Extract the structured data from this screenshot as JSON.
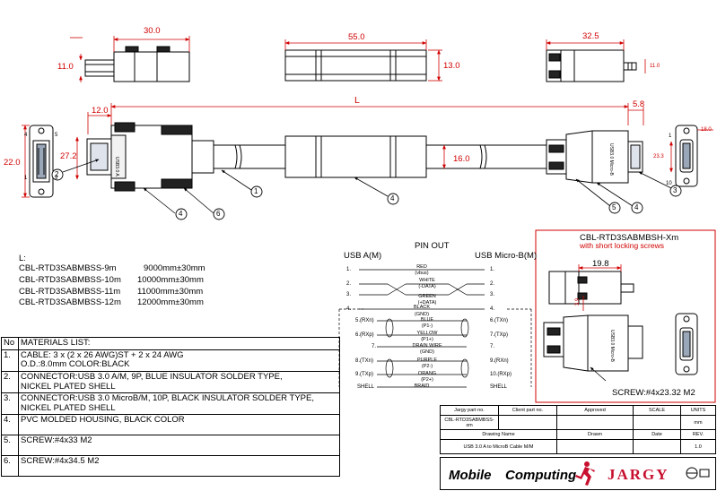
{
  "dimensions": {
    "d30": "30.0",
    "d11": "11.0",
    "d55": "55.0",
    "d13": "13.0",
    "d32_5": "32.5",
    "d11b": "11.0",
    "dL": "L",
    "d12": "12.0",
    "d5_8": "5.8",
    "d22": "22.0",
    "d27_2": "27.2",
    "d16": "16.0",
    "d18": "18.0",
    "d23_3": "23.3",
    "d19_8": "19.8",
    "d3_9": "3.9"
  },
  "connector_a_pins": {
    "p4": "4",
    "p5": "5",
    "p1": "1",
    "p9": "9"
  },
  "connector_b_pins": {
    "p1": "1",
    "p10": "10"
  },
  "balloons": {
    "b1": "1",
    "b2": "2",
    "b3": "3",
    "b4a": "4",
    "b4b": "4",
    "b4c": "4",
    "b5": "5",
    "b6": "6"
  },
  "connector_labels": {
    "a_vertical": "USB3.0 A",
    "b_vertical": "USB3.0 Micro-B",
    "short_vertical": "USB3.0 Micro-B"
  },
  "length_table": {
    "label": "L:",
    "rows": [
      {
        "model": "CBL-RTD3SABMBSS-9m",
        "length": "9000mm±30mm"
      },
      {
        "model": "CBL-RTD3SABMBSS-10m",
        "length": "10000mm±30mm"
      },
      {
        "model": "CBL-RTD3SABMBSS-11m",
        "length": "11000mm±30mm"
      },
      {
        "model": "CBL-RTD3SABMBSS-12m",
        "length": "12000mm±30mm"
      }
    ]
  },
  "pinout": {
    "title": "PIN OUT",
    "left_header": "USB A(M)",
    "right_header": "USB Micro-B(M)",
    "rows": [
      {
        "left": "1.",
        "signal": "RED",
        "sub": "(vbus)",
        "right": "1."
      },
      {
        "left": "2.",
        "signal": "WHITE",
        "sub": "(-DATA)",
        "right": "2."
      },
      {
        "left": "3.",
        "signal": "GREEN",
        "sub": "(+DATA)",
        "right": "3."
      },
      {
        "left": "4.",
        "signal": "BLACK",
        "sub": "(GND)",
        "right": "4."
      },
      {
        "left": "5.(RXn)",
        "signal": "BLUE",
        "sub": "(P1-)",
        "right": "6.(TXn)"
      },
      {
        "left": "6.(RXp)",
        "signal": "YELLOW",
        "sub": "(P1+)",
        "right": "7.(TXp)"
      },
      {
        "left": "7.",
        "signal": "DRAIN WIRE",
        "sub": "(GND)",
        "right": "7."
      },
      {
        "left": "8.(TXn)",
        "signal": "PURPLE",
        "sub": "(P2-)",
        "right": "9.(RXn)"
      },
      {
        "left": "9.(TXp)",
        "signal": "ORANG",
        "sub": "(P2+)",
        "right": "10.(RXp)"
      },
      {
        "left": "SHELL",
        "signal": "BRAID",
        "sub": "",
        "right": "SHELL"
      }
    ]
  },
  "inset": {
    "title": "CBL-RTD3SABMBSH-Xm",
    "subtitle": "with short locking screws",
    "screw_note": "SCREW:#4x23.32 M2"
  },
  "materials": {
    "header_no": "No",
    "header_title": "MATERIALS LIST:",
    "rows": [
      {
        "no": "1.",
        "text": "CABLE: 3 x (2 x 26 AWG)ST + 2 x 24 AWG",
        "text2": "O.D.:8.0mm COLOR:BLACK"
      },
      {
        "no": "2.",
        "text": "CONNECTOR:USB 3.0 A/M, 9P, BLUE INSULATOR SOLDER TYPE,",
        "text2": "NICKEL PLATED SHELL"
      },
      {
        "no": "3.",
        "text": "CONNECTOR:USB 3.0 MicroB/M, 10P, BLACK INSULATOR SOLDER TYPE,",
        "text2": "NICKEL PLATED SHELL"
      },
      {
        "no": "4.",
        "text": "PVC MOLDED HOUSING, BLACK COLOR",
        "text2": ""
      },
      {
        "no": "5.",
        "text": "SCREW:#4x33 M2",
        "text2": ""
      },
      {
        "no": "6.",
        "text": "SCREW:#4x34.5 M2",
        "text2": ""
      }
    ]
  },
  "title_block": {
    "h_jargy_part": "Jargy part no.",
    "h_client_part": "Client part no.",
    "h_approved": "Approved",
    "h_scale": "SCALE",
    "h_units": "UNITS",
    "part_no": "CBL-RTD3SABMBSS-xm",
    "units": "mm",
    "h_drawing_name": "Drawing Name",
    "h_drawn": "Drawn",
    "h_date": "Date",
    "h_rev": "REV.",
    "drawing_name": "USB 3.0 A to MicroB Cable M/M",
    "rev": "1.0"
  },
  "logos": {
    "mobile": "Mobile",
    "computing": "Computing",
    "jargy": "JARGY"
  },
  "colors": {
    "red": "#d00000",
    "jargy_red": "#c8102e"
  }
}
